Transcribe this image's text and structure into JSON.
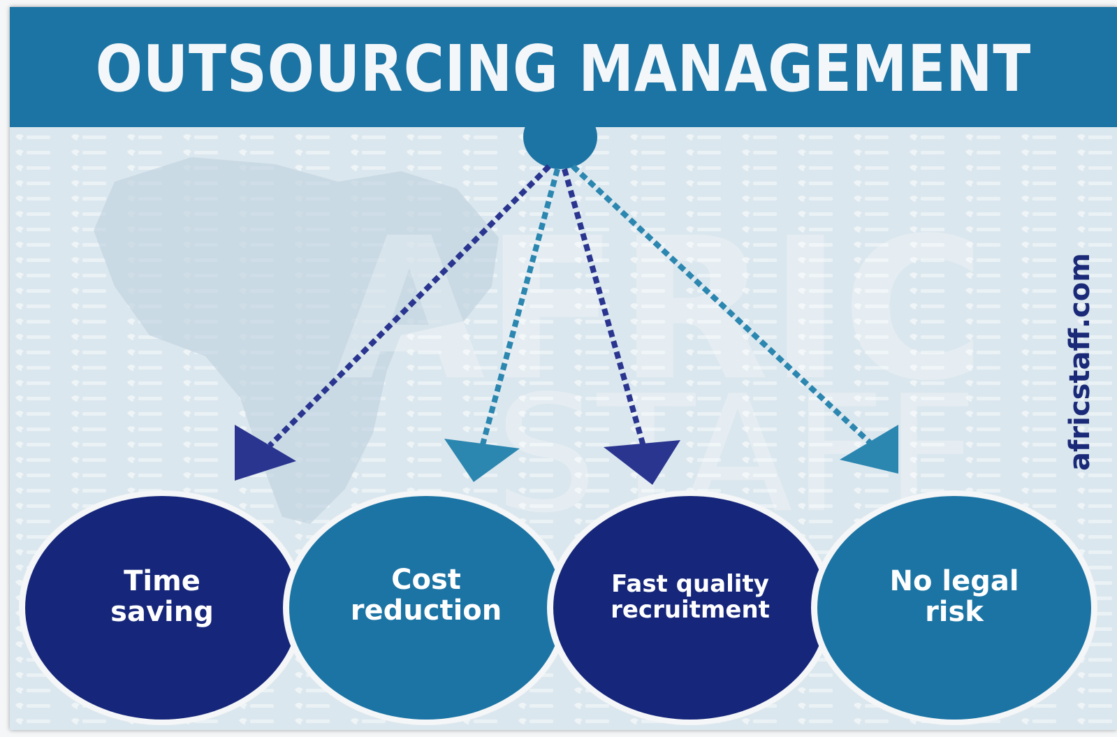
{
  "title": "OUTSOURCING MANAGEMENT",
  "website": "africstaff.com",
  "watermark": {
    "line1": "AFRIC",
    "line2": "STAFF"
  },
  "nodes": [
    {
      "label": "Time\nsaving",
      "color": "#16267a"
    },
    {
      "label": "Cost\nreduction",
      "color": "#1c74a4"
    },
    {
      "label": "Fast quality\nrecruitment",
      "color": "#16267a"
    },
    {
      "label": "No legal\nrisk",
      "color": "#1c74a4"
    }
  ],
  "colors": {
    "header": "#1c74a4",
    "dark_blue": "#16267a",
    "teal_blue": "#1c74a4",
    "arrow_teal": "#2b86b0",
    "arrow_navy": "#2a3590",
    "background": "#dbe7ee"
  }
}
